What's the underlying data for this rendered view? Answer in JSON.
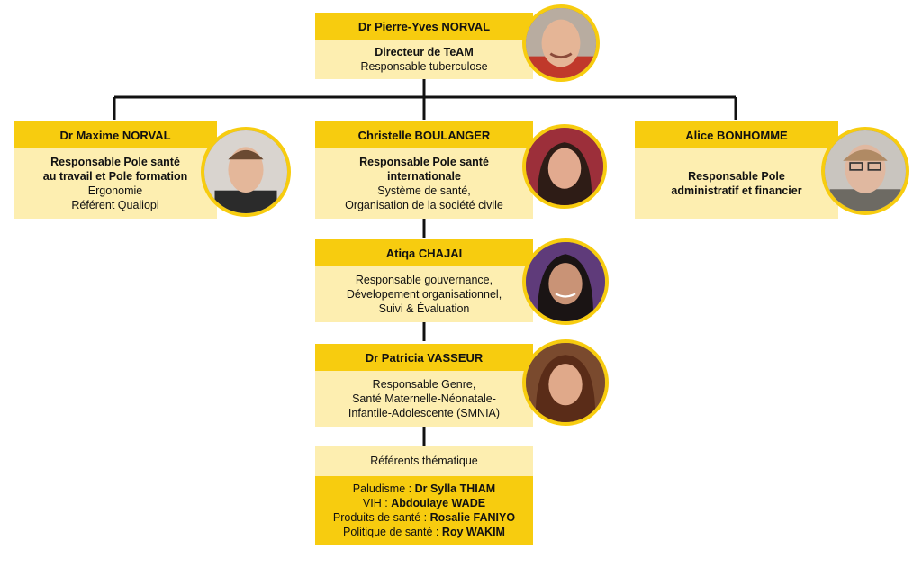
{
  "director": {
    "name": "Dr Pierre-Yves NORVAL",
    "role_bold": "Directeur de TeAM",
    "role_lines": [
      "Responsable tuberculose"
    ]
  },
  "left": {
    "name": "Dr Maxime NORVAL",
    "role_bold_lines": [
      "Responsable Pole santé",
      "au travail et Pole formation"
    ],
    "role_lines": [
      "Ergonomie",
      "Référent Qualiopi"
    ]
  },
  "center": {
    "name": "Christelle BOULANGER",
    "role_bold_lines": [
      "Responsable Pole santé",
      "internationale"
    ],
    "role_lines": [
      "Système de santé,",
      "Organisation de la société civile"
    ]
  },
  "right": {
    "name": "Alice BONHOMME",
    "role_bold_lines": [
      "Responsable Pole",
      "administratif et financier"
    ],
    "role_lines": []
  },
  "atiqa": {
    "name": "Atiqa CHAJAI",
    "role_lines": [
      "Responsable gouvernance,",
      "Dévelopement organisationnel,",
      "Suivi & Évaluation"
    ]
  },
  "patricia": {
    "name": "Dr Patricia VASSEUR",
    "role_lines": [
      "Responsable Genre,",
      "Santé Maternelle-Néonatale-",
      "Infantile-Adolescente (SMNIA)"
    ]
  },
  "referents": {
    "title": "Référents thématique",
    "items": [
      {
        "topic": "Paludisme : ",
        "person": "Dr Sylla THIAM"
      },
      {
        "topic": "VIH : ",
        "person": "Abdoulaye WADE"
      },
      {
        "topic": "Produits de santé : ",
        "person": "Rosalie FANIYO"
      },
      {
        "topic": "Politique de santé : ",
        "person": "Roy WAKIM"
      }
    ]
  },
  "colors": {
    "header_yellow": "#f7cc0f",
    "body_cream": "#fdeeb0",
    "connector": "#111111"
  },
  "icons": [
    "avatar-photo"
  ]
}
